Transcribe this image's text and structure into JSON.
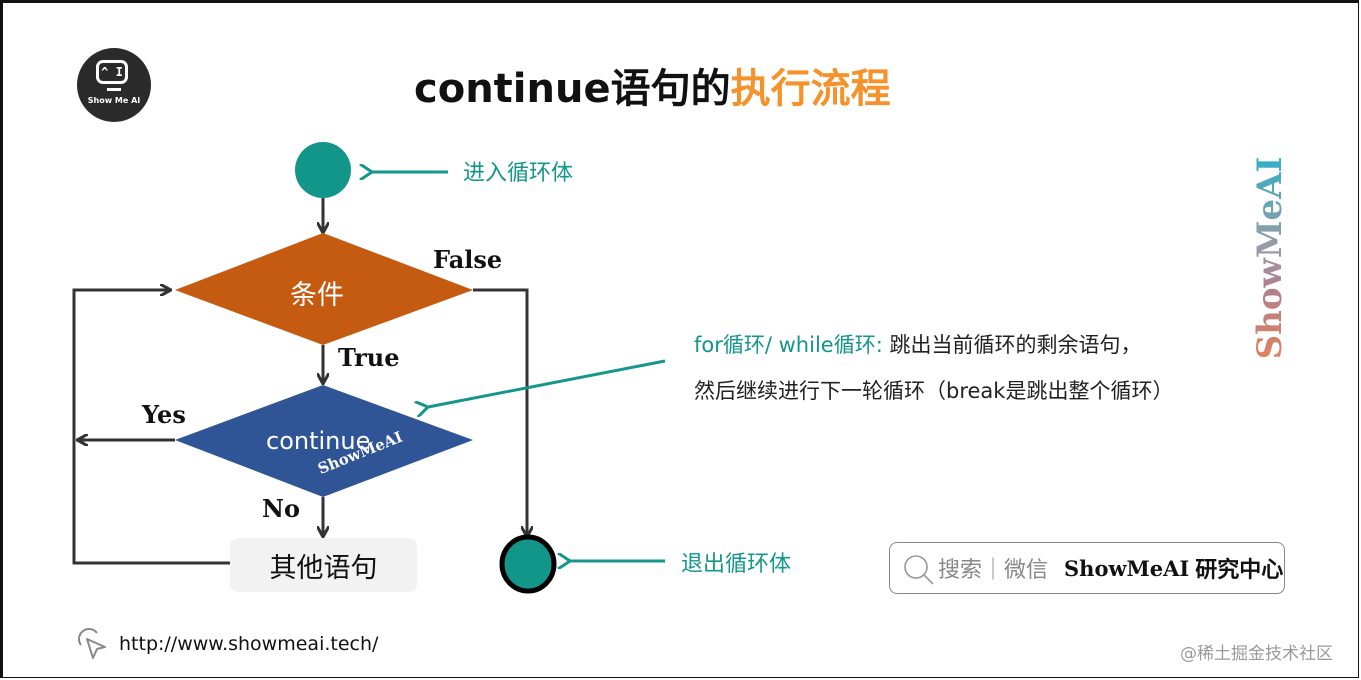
{
  "title": {
    "main": "continue语句的",
    "highlight": "执行流程"
  },
  "logo": {
    "eyes": "^ I",
    "name": "Show Me AI"
  },
  "diagram": {
    "start_note": "进入循环体",
    "condition": "条件",
    "false_label": "False",
    "true_label": "True",
    "decision": "continue",
    "yes_label": "Yes",
    "no_label": "No",
    "other_statements": "其他语句",
    "exit_note": "退出循环体",
    "diamond_watermark": "ShowMeAI"
  },
  "description": {
    "line1_teal": "for循环/  while循环:",
    "line1_rest": " 跳出当前循环的剩余语句，",
    "line2": "然后继续进行下一轮循环（break是跳出整个循环）"
  },
  "side_brand": "ShowMeAI",
  "search_box": {
    "hint": "搜索｜微信",
    "brand": "ShowMeAI",
    "brand_suffix": "研究中心"
  },
  "footer": {
    "url": "http://www.showmeai.tech/",
    "credit": "@稀土掘金技术社区"
  },
  "colors": {
    "teal": "#14968a",
    "orange_diamond": "#c55a11",
    "blue_diamond": "#2f5597",
    "title_highlight": "#f5922b",
    "line": "#333333"
  }
}
